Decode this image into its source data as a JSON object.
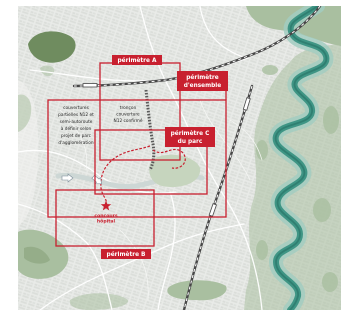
{
  "map": {
    "perimeters": {
      "a": {
        "label": "périmètre A"
      },
      "ensemble": {
        "lines": [
          "périmètre",
          "d'ensemble"
        ]
      },
      "c": {
        "lines": [
          "périmètre C",
          "du parc"
        ]
      },
      "b": {
        "label": "périmètre B"
      }
    },
    "annotations": {
      "partial_covers": {
        "lines": [
          "couvertures",
          "partielles N12 et",
          "semi-autoroute",
          "à définir selon",
          "projet de parc",
          "d'agglomération"
        ]
      },
      "confirmed_cover": {
        "lines": [
          "tronçon",
          "couverture",
          "N12 confirmé"
        ]
      },
      "hospital_competition": {
        "icon": "star-icon",
        "lines": [
          "concours",
          "hôpital"
        ]
      }
    },
    "colors": {
      "perimeter_red": "#c8202f",
      "river": "#3f9585",
      "river_bank": "#a2cdc1",
      "forest": "#a9bfa0",
      "forest_dark": "#6f8c5f",
      "land": "#e7e9e6",
      "railway": "#474747"
    }
  }
}
